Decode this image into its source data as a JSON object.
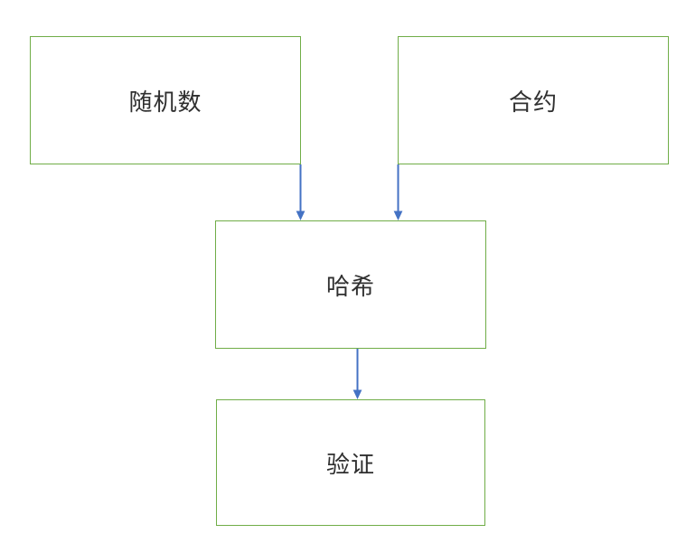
{
  "diagram": {
    "colors": {
      "node_border": "#70ad47",
      "node_fill": "#ffffff",
      "arrow": "#4472c4",
      "text": "#2f2f2f",
      "background": "#ffffff"
    },
    "nodes": [
      {
        "id": "random-number",
        "label": "随机数"
      },
      {
        "id": "contract",
        "label": "合约"
      },
      {
        "id": "hash",
        "label": "哈希"
      },
      {
        "id": "verify",
        "label": "验证"
      }
    ],
    "edges": [
      {
        "from": "random-number",
        "to": "hash"
      },
      {
        "from": "contract",
        "to": "hash"
      },
      {
        "from": "hash",
        "to": "verify"
      }
    ]
  }
}
